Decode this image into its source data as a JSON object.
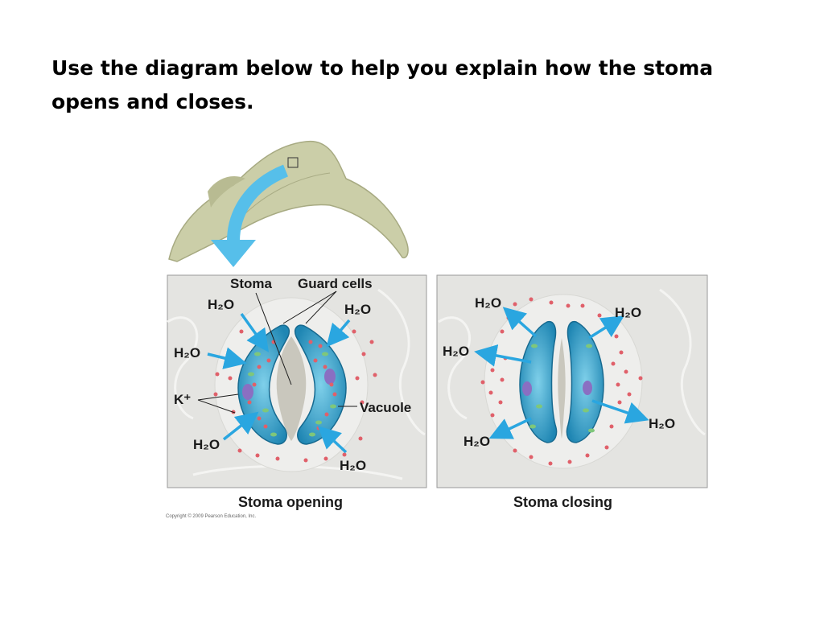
{
  "title": "Use the diagram below to help you explain how the stoma opens and closes.",
  "labels": {
    "stoma": "Stoma",
    "guard_cells": "Guard cells",
    "vacuole": "Vacuole",
    "k_ion": "K⁺",
    "h2o": "H₂O"
  },
  "captions": {
    "opening": "Stoma opening",
    "closing": "Stoma closing"
  },
  "copyright": "Copyright © 2009 Pearson Education, Inc.",
  "colors": {
    "arrow": "#2aa6e0",
    "guard_cell": "#2f9fc9",
    "ion_dot": "#e0606a",
    "leaf": "#c9cba4",
    "panel_bg": "#e4e4e1"
  }
}
